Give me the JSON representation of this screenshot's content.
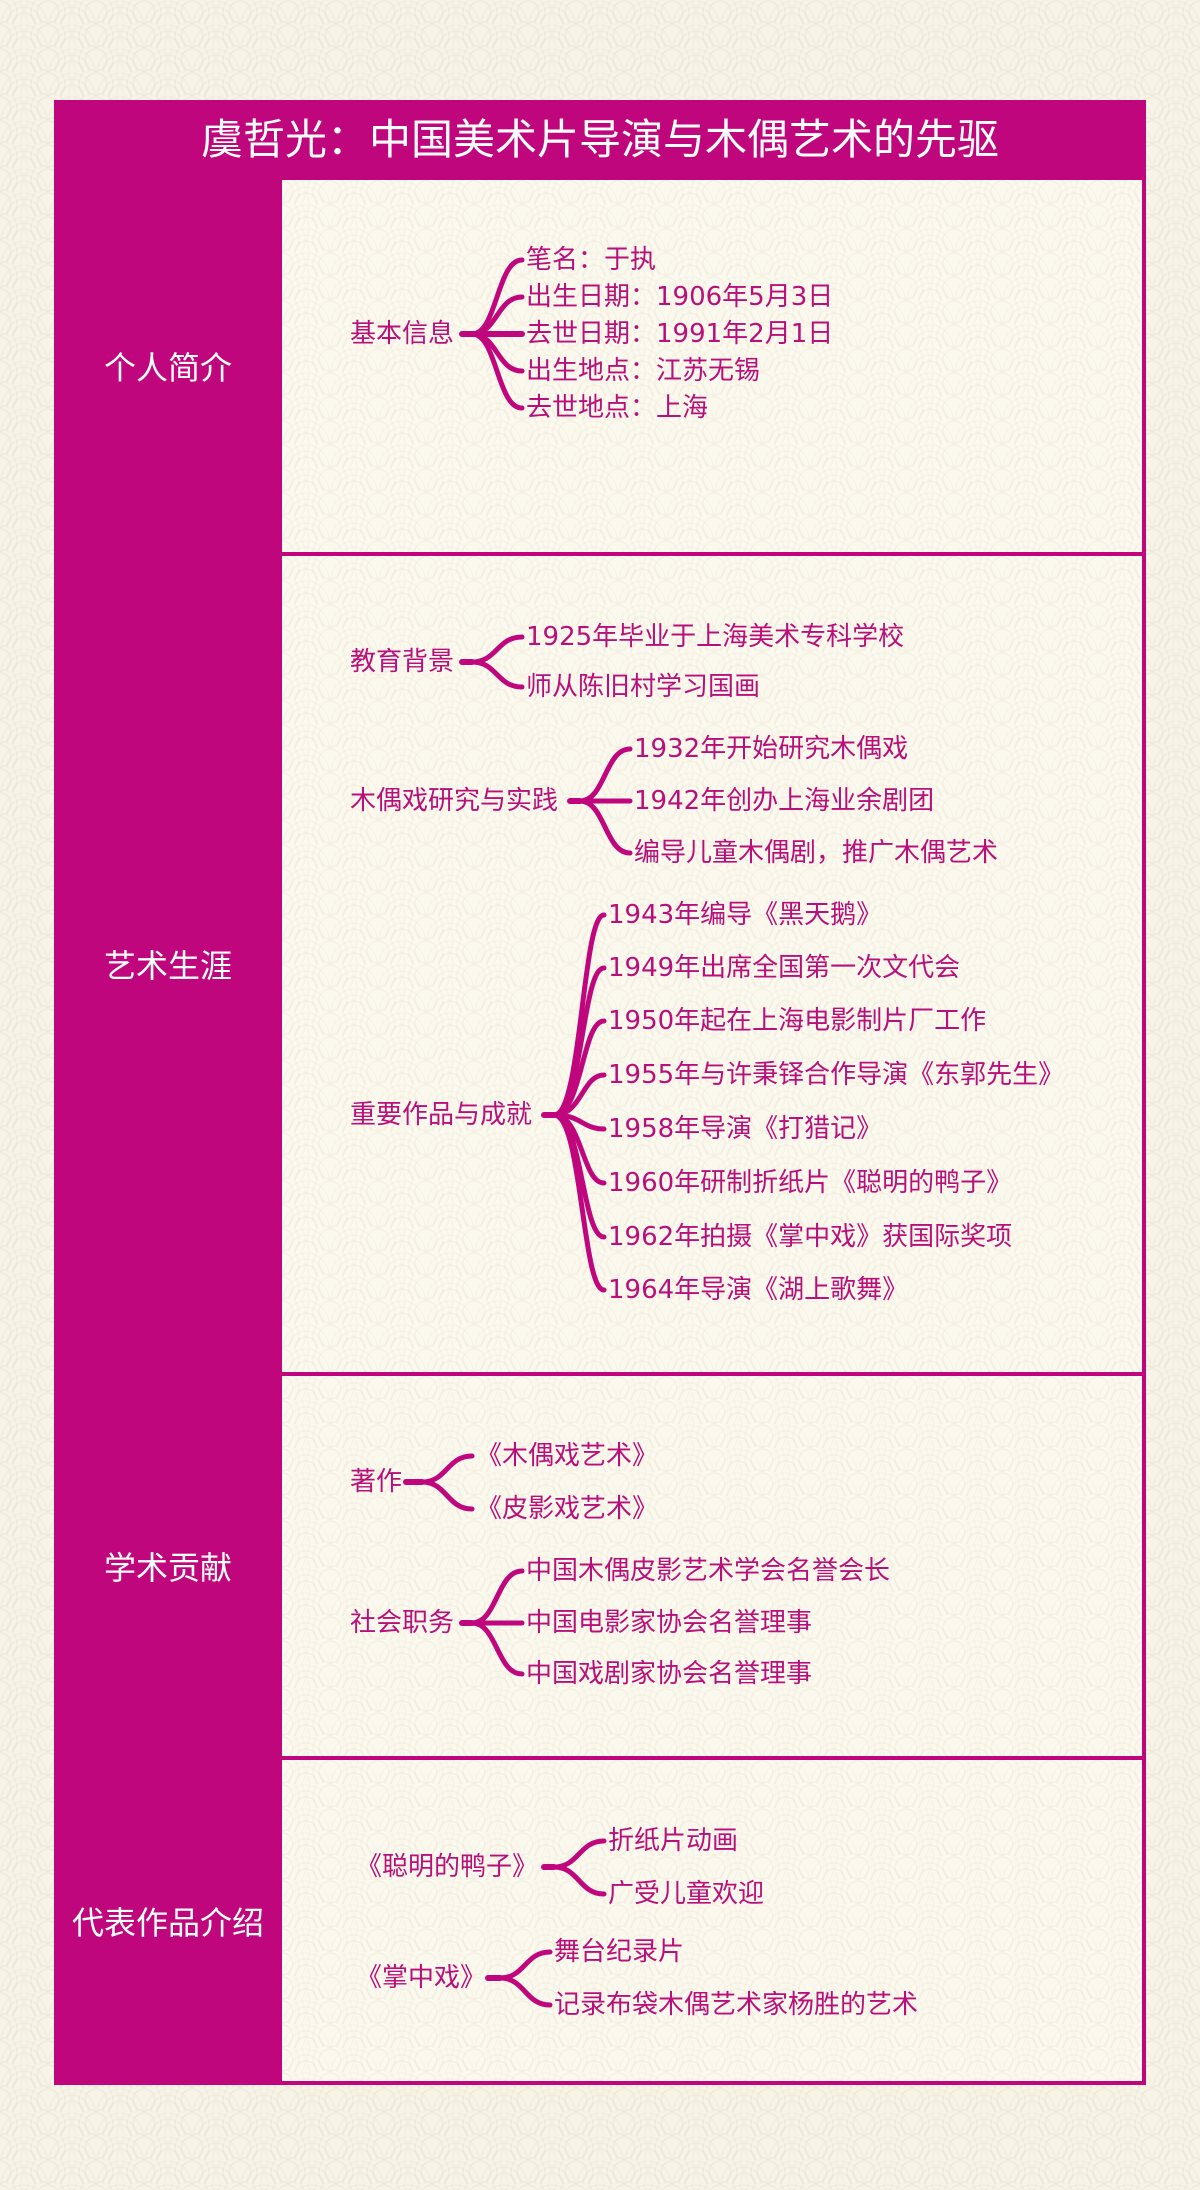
{
  "title": "虞哲光：中国美术片导演与木偶艺术的先驱",
  "accent_color": "#c0067d",
  "text_color": "#b8107a",
  "sections": [
    {
      "label": "个人简介",
      "groups": [
        {
          "label": "基本信息",
          "items": [
            "笔名：于执",
            "出生日期：1906年5月3日",
            "去世日期：1991年2月1日",
            "出生地点：江苏无锡",
            "去世地点：上海"
          ]
        }
      ]
    },
    {
      "label": "艺术生涯",
      "groups": [
        {
          "label": "教育背景",
          "items": [
            "1925年毕业于上海美术专科学校",
            "师从陈旧村学习国画"
          ]
        },
        {
          "label": "木偶戏研究与实践",
          "items": [
            "1932年开始研究木偶戏",
            "1942年创办上海业余剧团",
            "编导儿童木偶剧，推广木偶艺术"
          ]
        },
        {
          "label": "重要作品与成就",
          "items": [
            "1943年编导《黑天鹅》",
            "1949年出席全国第一次文代会",
            "1950年起在上海电影制片厂工作",
            "1955年与许秉铎合作导演《东郭先生》",
            "1958年导演《打猎记》",
            "1960年研制折纸片《聪明的鸭子》",
            "1962年拍摄《掌中戏》获国际奖项",
            "1964年导演《湖上歌舞》"
          ]
        }
      ]
    },
    {
      "label": "学术贡献",
      "groups": [
        {
          "label": "著作",
          "items": [
            "《木偶戏艺术》",
            "《皮影戏艺术》"
          ]
        },
        {
          "label": "社会职务",
          "items": [
            "中国木偶皮影艺术学会名誉会长",
            "中国电影家协会名誉理事",
            "中国戏剧家协会名誉理事"
          ]
        }
      ]
    },
    {
      "label": "代表作品介绍",
      "groups": [
        {
          "label": "《聪明的鸭子》",
          "items": [
            "折纸片动画",
            "广受儿童欢迎"
          ]
        },
        {
          "label": "《掌中戏》",
          "items": [
            "舞台纪录片",
            "记录布袋木偶艺术家杨胜的艺术"
          ]
        }
      ]
    }
  ]
}
